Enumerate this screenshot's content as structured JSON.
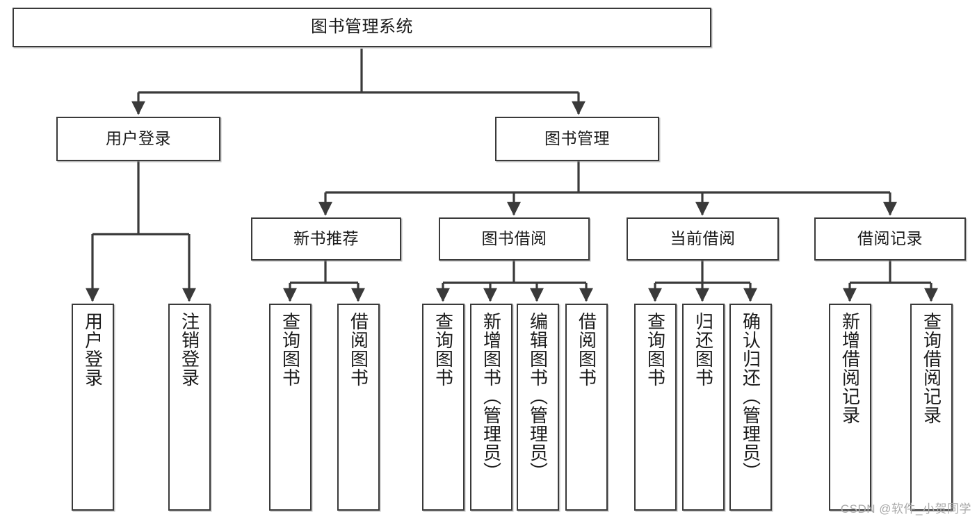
{
  "diagram": {
    "title": "图书管理系统",
    "type": "tree-hierarchy",
    "stroke_color": "#3a3a3a",
    "fill_color": "#ffffff",
    "text_color": "#1a1a1a",
    "nodes": {
      "root": {
        "label": "图书管理系统"
      },
      "level2": [
        {
          "id": "user-login",
          "label": "用户登录"
        },
        {
          "id": "book-manage",
          "label": "图书管理"
        }
      ],
      "level3": [
        {
          "id": "new-book-rec",
          "label": "新书推荐"
        },
        {
          "id": "book-borrow",
          "label": "图书借阅"
        },
        {
          "id": "current-borrow",
          "label": "当前借阅"
        },
        {
          "id": "borrow-record",
          "label": "借阅记录"
        }
      ],
      "leaves": {
        "user_login": [
          {
            "id": "leaf-user-login",
            "label": "用户登录"
          },
          {
            "id": "leaf-logout",
            "label": "注销登录"
          }
        ],
        "new_book_rec": [
          {
            "id": "leaf-query-book-1",
            "label": "查询图书"
          },
          {
            "id": "leaf-borrow-book-1",
            "label": "借阅图书"
          }
        ],
        "book_borrow": [
          {
            "id": "leaf-query-book-2",
            "label": "查询图书"
          },
          {
            "id": "leaf-add-book",
            "label": "新增图书（管理员）"
          },
          {
            "id": "leaf-edit-book",
            "label": "编辑图书（管理员）"
          },
          {
            "id": "leaf-borrow-book-2",
            "label": "借阅图书"
          }
        ],
        "current_borrow": [
          {
            "id": "leaf-query-book-3",
            "label": "查询图书"
          },
          {
            "id": "leaf-return-book",
            "label": "归还图书"
          },
          {
            "id": "leaf-confirm-return",
            "label": "确认归还（管理员）"
          }
        ],
        "borrow_record": [
          {
            "id": "leaf-add-record",
            "label": "新增借阅记录"
          },
          {
            "id": "leaf-query-record",
            "label": "查询借阅记录"
          }
        ]
      }
    }
  },
  "watermark": {
    "text": "CSDN @软件_小贺同学"
  }
}
